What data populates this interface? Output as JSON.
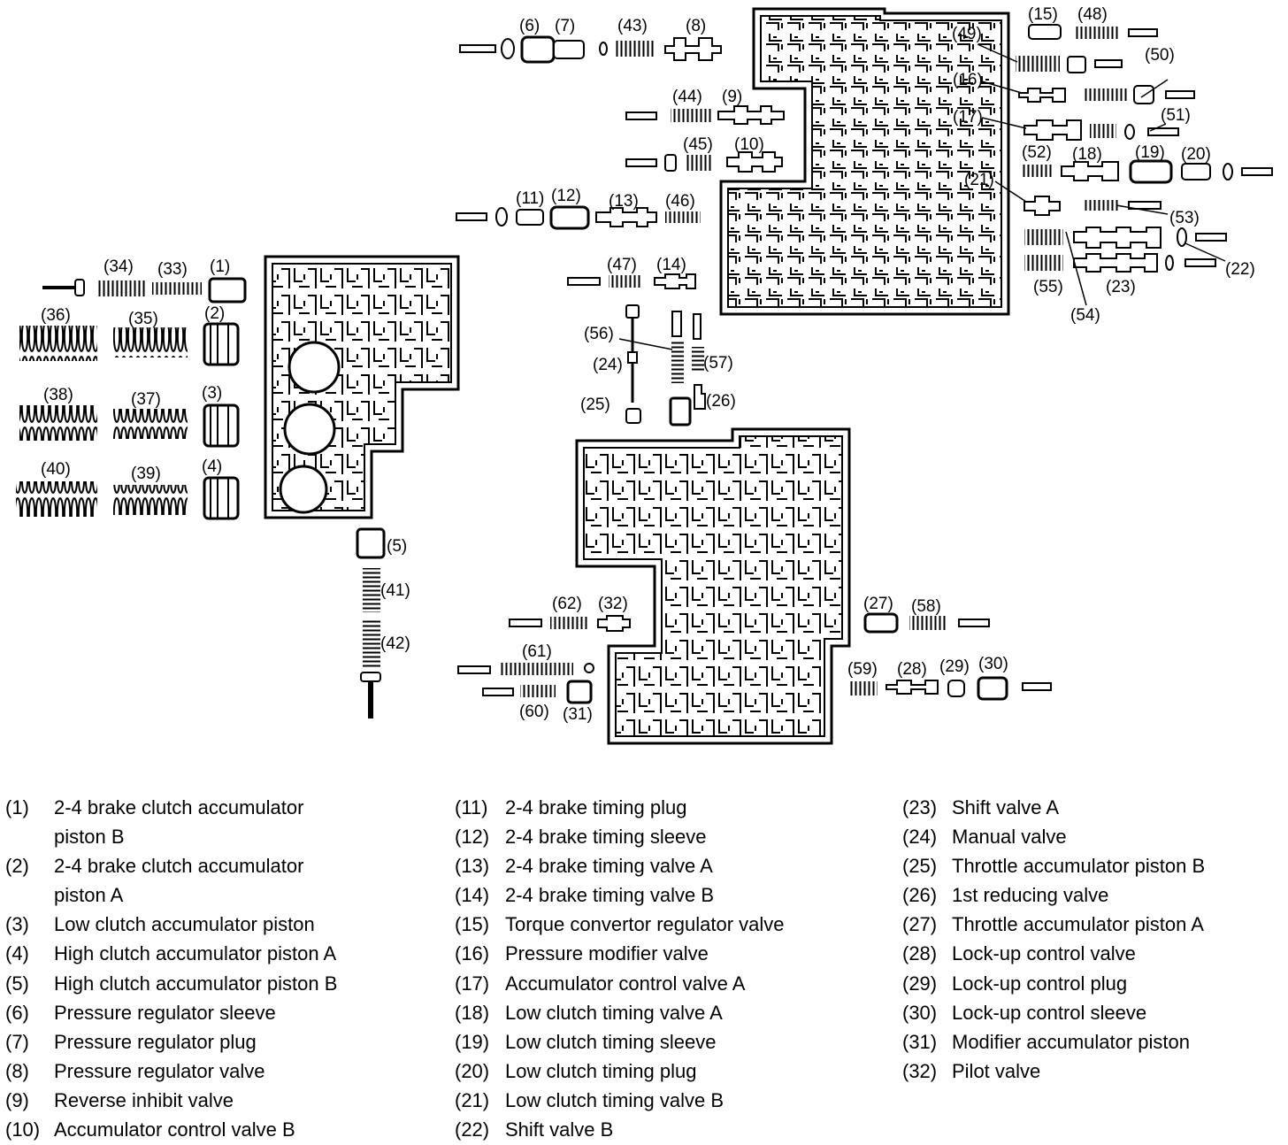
{
  "diagram": {
    "callouts": [
      "(1)",
      "(2)",
      "(3)",
      "(4)",
      "(5)",
      "(6)",
      "(7)",
      "(8)",
      "(9)",
      "(10)",
      "(11)",
      "(12)",
      "(13)",
      "(14)",
      "(15)",
      "(16)",
      "(17)",
      "(18)",
      "(19)",
      "(20)",
      "(21)",
      "(22)",
      "(23)",
      "(24)",
      "(25)",
      "(26)",
      "(27)",
      "(28)",
      "(29)",
      "(30)",
      "(31)",
      "(32)",
      "(33)",
      "(34)",
      "(35)",
      "(36)",
      "(37)",
      "(38)",
      "(39)",
      "(40)",
      "(41)",
      "(42)",
      "(43)",
      "(44)",
      "(45)",
      "(46)",
      "(47)",
      "(48)",
      "(49)",
      "(50)",
      "(51)",
      "(52)",
      "(53)",
      "(54)",
      "(55)",
      "(56)",
      "(57)",
      "(58)",
      "(59)",
      "(60)",
      "(61)",
      "(62)"
    ]
  },
  "legend": {
    "col_a": [
      {
        "num": "(1)",
        "text": "2-4 brake clutch accumulator",
        "cont": "piston B"
      },
      {
        "num": "(2)",
        "text": "2-4 brake clutch accumulator",
        "cont": "piston A"
      },
      {
        "num": "(3)",
        "text": "Low clutch accumulator piston"
      },
      {
        "num": "(4)",
        "text": "High clutch accumulator piston A"
      },
      {
        "num": "(5)",
        "text": "High clutch accumulator piston B"
      },
      {
        "num": "(6)",
        "text": "Pressure regulator sleeve"
      },
      {
        "num": "(7)",
        "text": "Pressure regulator plug"
      },
      {
        "num": "(8)",
        "text": "Pressure regulator valve"
      },
      {
        "num": "(9)",
        "text": "Reverse inhibit valve"
      },
      {
        "num": "(10)",
        "text": "Accumulator control valve B"
      }
    ],
    "col_b": [
      {
        "num": "(11)",
        "text": "2-4 brake timing plug"
      },
      {
        "num": "(12)",
        "text": "2-4 brake timing sleeve"
      },
      {
        "num": "(13)",
        "text": "2-4 brake timing valve A"
      },
      {
        "num": "(14)",
        "text": "2-4 brake timing valve B"
      },
      {
        "num": "(15)",
        "text": "Torque convertor regulator valve"
      },
      {
        "num": "(16)",
        "text": "Pressure modifier valve"
      },
      {
        "num": "(17)",
        "text": "Accumulator control valve A"
      },
      {
        "num": "(18)",
        "text": "Low clutch timing valve A"
      },
      {
        "num": "(19)",
        "text": "Low clutch timing sleeve"
      },
      {
        "num": "(20)",
        "text": "Low clutch timing plug"
      },
      {
        "num": "(21)",
        "text": "Low clutch timing valve B"
      },
      {
        "num": "(22)",
        "text": "Shift valve B"
      }
    ],
    "col_c": [
      {
        "num": "(23)",
        "text": "Shift valve A"
      },
      {
        "num": "(24)",
        "text": "Manual valve"
      },
      {
        "num": "(25)",
        "text": "Throttle accumulator piston B"
      },
      {
        "num": "(26)",
        "text": "1st reducing valve"
      },
      {
        "num": "(27)",
        "text": "Throttle accumulator piston A"
      },
      {
        "num": "(28)",
        "text": "Lock-up control valve"
      },
      {
        "num": "(29)",
        "text": "Lock-up control plug"
      },
      {
        "num": "(30)",
        "text": "Lock-up control sleeve"
      },
      {
        "num": "(31)",
        "text": "Modifier accumulator piston"
      },
      {
        "num": "(32)",
        "text": "Pilot valve"
      }
    ]
  }
}
